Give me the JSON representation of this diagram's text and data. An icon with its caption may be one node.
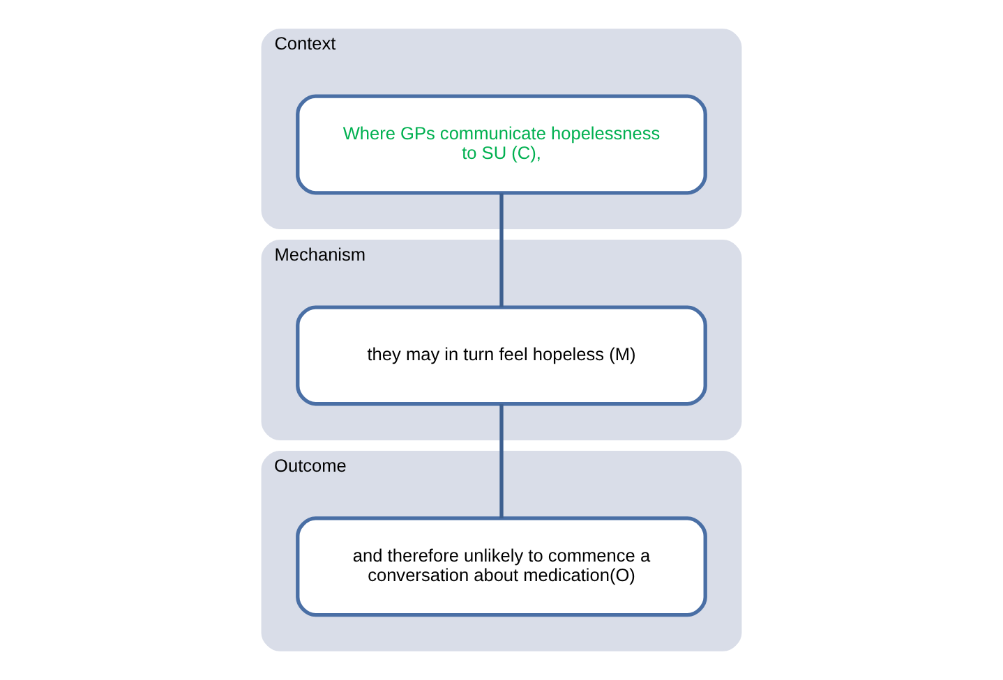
{
  "diagram": {
    "nodes": [
      {
        "text": [
          "Context"
        ]
      },
      {
        "text": [
          "Where GPs communicate hopelessness to SU (C),"
        ],
        "in": 0
      },
      {
        "text": [
          "Mechanism"
        ]
      },
      {
        "text": [
          "they may in turn feel hopeless (M)"
        ],
        "in": 2
      },
      {
        "text": [
          "Outcome"
        ]
      },
      {
        "text": [
          "and therefore unlikely to commence a conversation about medication(O)"
        ],
        "in": 4
      }
    ],
    "edges": [
      {
        "from": 1,
        "to": 3,
        "arrow": "none"
      },
      {
        "from": 3,
        "to": 5,
        "arrow": "none"
      }
    ]
  }
}
